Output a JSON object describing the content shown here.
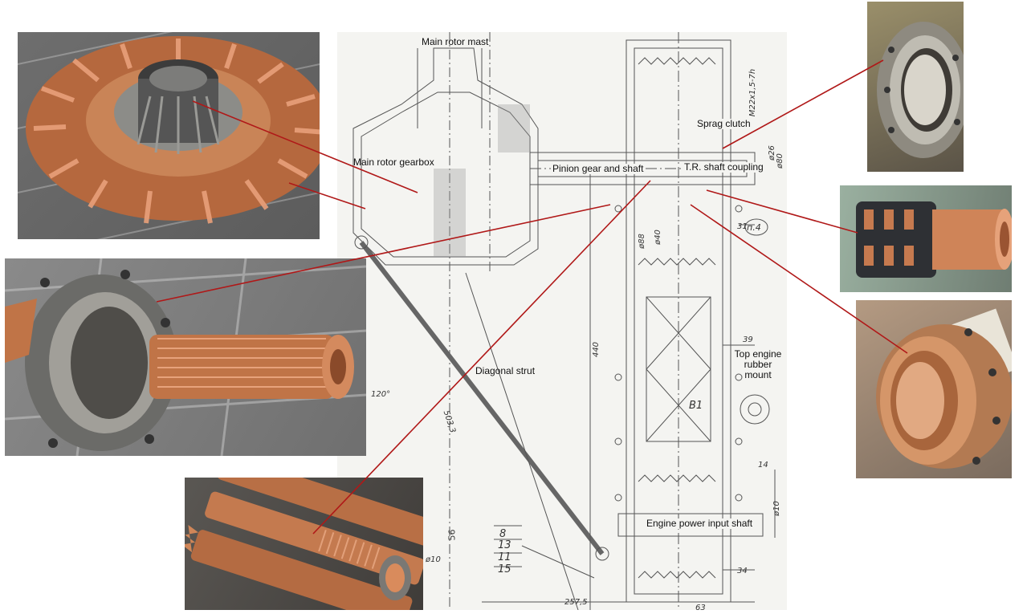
{
  "labels": {
    "main_rotor_mast": "Main rotor mast",
    "main_rotor_gearbox": "Main rotor gearbox",
    "pinion_gear_and_shaft": "Pinion gear and shaft",
    "tr_shaft_coupling": "T.R. shaft coupling",
    "sprag_clutch": "Sprag clutch",
    "diagonal_strut": "Diagonal strut",
    "top_engine_rubber_mount": "Top engine rubber mount",
    "engine_power_input_shaft": "Engine power input shaft"
  },
  "dimensions": {
    "d440": "440",
    "d5033": "503,3",
    "d2575": "257,5",
    "d39": "39",
    "d31": "31",
    "d34": "34",
    "d14": "14",
    "d63": "63",
    "d56": "56",
    "d120": "120°",
    "b1": "B1",
    "p4": "п.4",
    "d26": "ø26",
    "d80": "ø80",
    "d88": "ø88",
    "d40": "ø40",
    "d10": "ø10",
    "d10b": "ø10",
    "thread": "M22x1,5-7h"
  },
  "parts_list": [
    "8",
    "13",
    "11",
    "15"
  ],
  "colors": {
    "leader_line": "#b01818",
    "copper": "#c9774a",
    "steel": "#8d8d88",
    "granite": "#7b7b7b",
    "drawing_ink": "#555555"
  }
}
